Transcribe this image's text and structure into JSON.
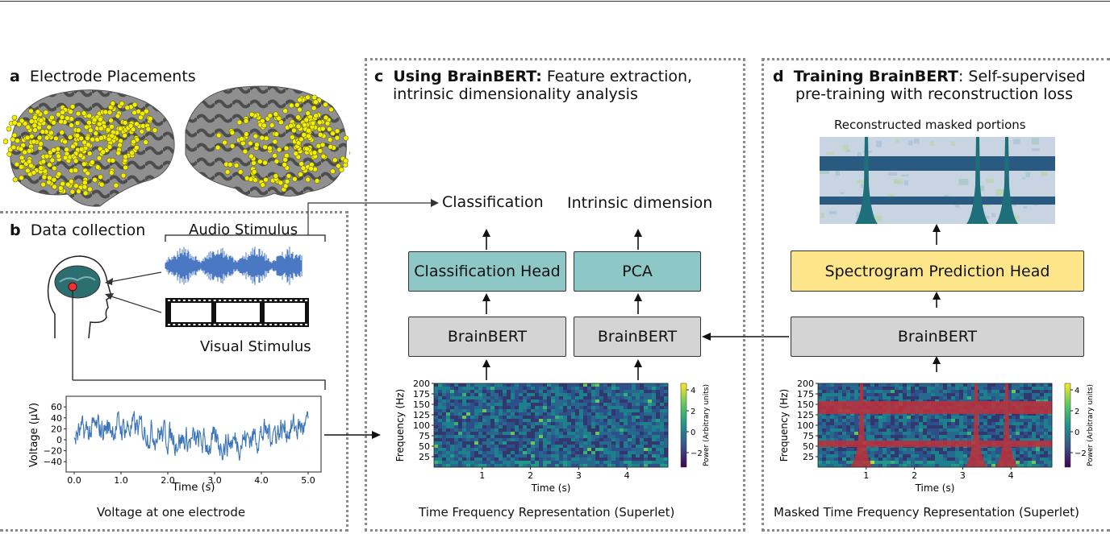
{
  "panel_a": {
    "letter": "a",
    "title": "Electrode Placements"
  },
  "panel_b": {
    "letter": "b",
    "title": "Data collection",
    "audio_label": "Audio Stimulus",
    "visual_label": "Visual Stimulus",
    "caption": "Voltage at one electrode",
    "plot": {
      "ylabel": "Voltage (μV)",
      "xlabel": "Time (s)",
      "yticks": [
        "60",
        "40",
        "20",
        "0",
        "−20",
        "−40"
      ],
      "xticks": [
        "0.0",
        "1.0",
        "2.0",
        "3.0",
        "4.0",
        "5.0"
      ]
    }
  },
  "panel_c": {
    "letter": "c",
    "title_bold": "Using BrainBERT:",
    "title_rest": " Feature extraction,",
    "title_line2": "intrinsic dimensionality analysis",
    "out_left": "Classification",
    "out_right": "Intrinsic dimension",
    "head_left": "Classification Head",
    "head_right": "PCA",
    "model_left": "BrainBERT",
    "model_right": "BrainBERT",
    "caption": "Time Frequency Representation (Superlet)",
    "spec": {
      "ylabel": "Frequency (Hz)",
      "xlabel": "Time (s)",
      "yticks": [
        "200",
        "175",
        "150",
        "125",
        "100",
        "75",
        "50",
        "25"
      ],
      "xticks": [
        "1",
        "2",
        "3",
        "4"
      ],
      "cbar_ticks": [
        "4",
        "2",
        "0",
        "−2"
      ],
      "cbar_label": "Power (Arbitrary units)"
    }
  },
  "panel_d": {
    "letter": "d",
    "title_bold": "Training BrainBERT",
    "title_rest": ": Self-supervised",
    "title_line2": "pre-training with reconstruction loss",
    "recon_label": "Reconstructed masked portions",
    "head": "Spectrogram Prediction Head",
    "model": "BrainBERT",
    "caption": "Masked Time Frequency Representation (Superlet)",
    "spec": {
      "ylabel": "Frequency (Hz)",
      "xlabel": "Time (s)",
      "yticks": [
        "200",
        "175",
        "150",
        "125",
        "100",
        "75",
        "50",
        "25"
      ],
      "xticks": [
        "1",
        "2",
        "3",
        "4"
      ],
      "cbar_ticks": [
        "4",
        "2",
        "0",
        "−2"
      ],
      "cbar_label": "Power (Arbitrary units)"
    }
  },
  "colors": {
    "teal": "#8ec8c6",
    "gray": "#d4d4d4",
    "yellow": "#fde68a",
    "electrode": "#f5f000",
    "signal": "#3b74b8",
    "mask": "#c0303a"
  }
}
